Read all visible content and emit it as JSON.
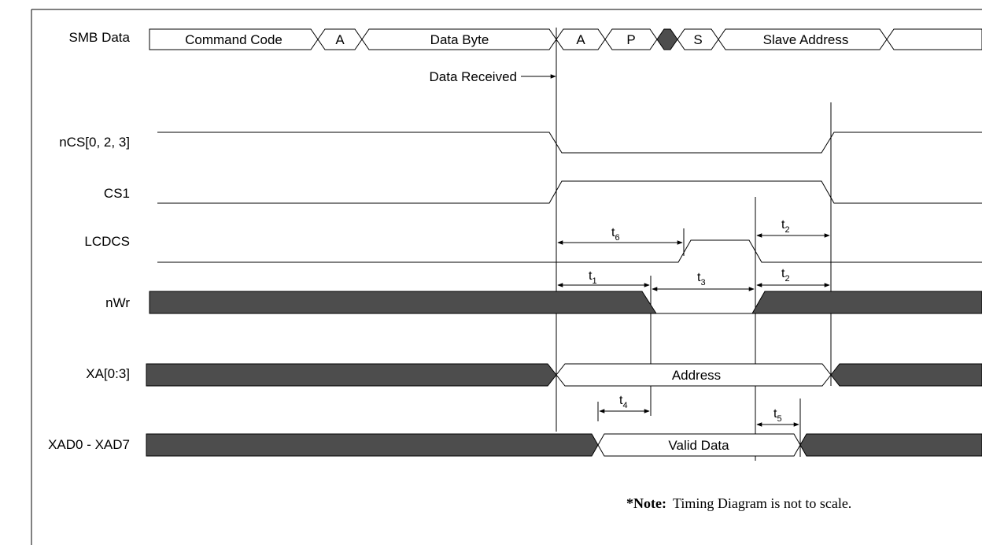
{
  "signals": {
    "smb_data": "SMB Data",
    "ncs": "nCS[0, 2, 3]",
    "cs1": "CS1",
    "lcdcs": "LCDCS",
    "nwr": "nWr",
    "xa": "XA[0:3]",
    "xad": "XAD0 - XAD7"
  },
  "smb_cells": {
    "command_code": "Command Code",
    "ack1": "A",
    "data_byte": "Data Byte",
    "ack2": "A",
    "stop": "P",
    "start": "S",
    "slave_address": "Slave Address"
  },
  "bus_labels": {
    "address": "Address",
    "valid_data": "Valid Data"
  },
  "annotations": {
    "data_received": "Data Received"
  },
  "timings": {
    "t1": {
      "base": "t",
      "sub": "1"
    },
    "t2a": {
      "base": "t",
      "sub": "2"
    },
    "t2b": {
      "base": "t",
      "sub": "2"
    },
    "t3": {
      "base": "t",
      "sub": "3"
    },
    "t4": {
      "base": "t",
      "sub": "4"
    },
    "t5": {
      "base": "t",
      "sub": "5"
    },
    "t6": {
      "base": "t",
      "sub": "6"
    }
  },
  "note": {
    "bold": "*Note:",
    "text": "Timing Diagram is not to scale."
  },
  "colors": {
    "line": "#000000",
    "bus_fill": "#4d4d4d",
    "background": "#ffffff"
  }
}
